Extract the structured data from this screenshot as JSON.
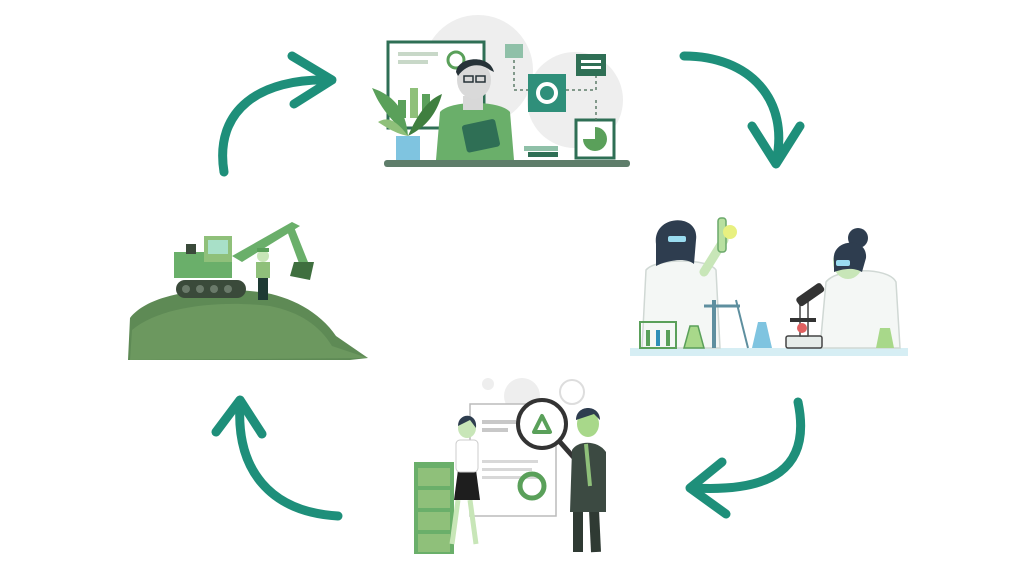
{
  "diagram": {
    "kind": "cycle",
    "direction": "clockwise",
    "steps": [
      {
        "id": "planning",
        "illustration": "person-at-dashboard-icon"
      },
      {
        "id": "lab",
        "illustration": "lab-scientists-icon"
      },
      {
        "id": "review",
        "illustration": "recycling-report-icon"
      },
      {
        "id": "excavation",
        "illustration": "excavator-on-hill-icon"
      }
    ]
  },
  "colors": {
    "arrow": "#1e8f7a",
    "green_dark": "#3f6f3f",
    "green_mid": "#5aa05a",
    "green_light": "#a8d88a",
    "teal": "#2f8f7a",
    "gray_bg": "#eeeeee"
  }
}
